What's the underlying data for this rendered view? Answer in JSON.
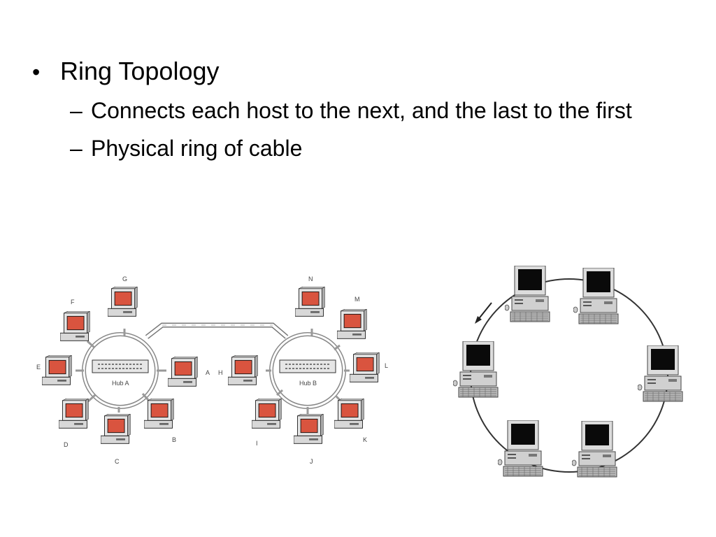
{
  "slide": {
    "bullet": "Ring Topology",
    "sub_items": [
      "Connects each host to the next, and the last to the first",
      "Physical ring of cable"
    ]
  },
  "diagram_left": {
    "hub_a": "Hub A",
    "hub_b": "Hub B",
    "hub_a_hosts": [
      "A",
      "B",
      "C",
      "D",
      "E",
      "F",
      "G"
    ],
    "hub_b_hosts": [
      "H",
      "I",
      "J",
      "K",
      "L",
      "M",
      "N"
    ]
  },
  "diagram_right": {
    "computer_count": 6,
    "direction": "counter-clockwise"
  },
  "colors": {
    "screen_red": "#d9543f",
    "screen_black": "#0a0a0a",
    "ring": "#333333"
  }
}
